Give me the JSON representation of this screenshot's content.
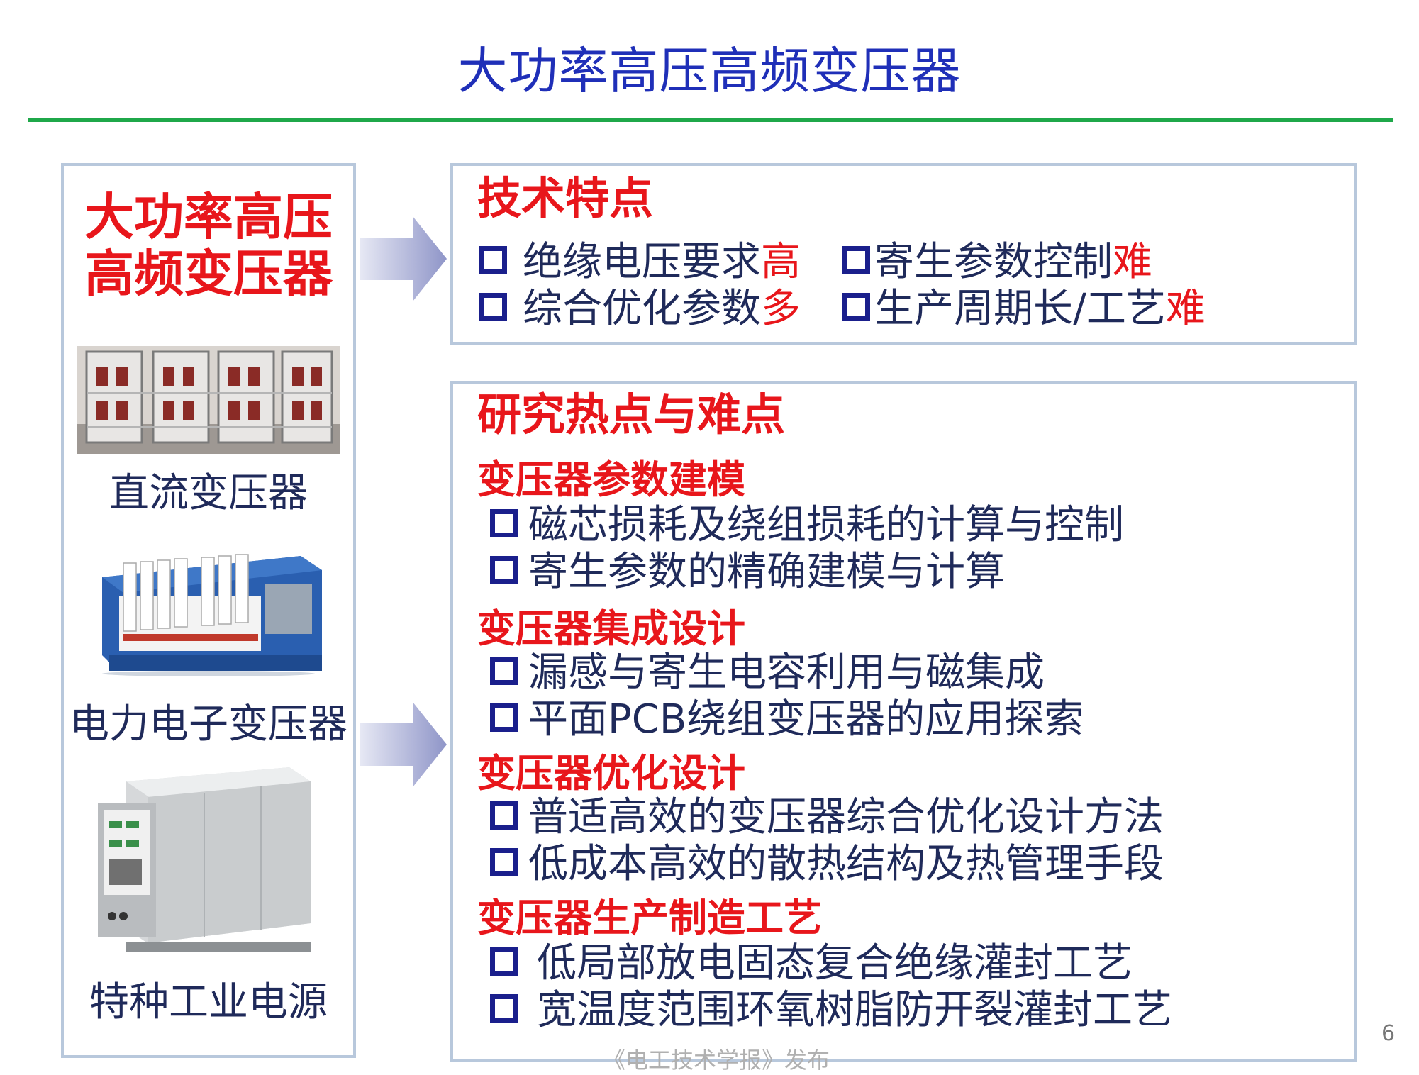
{
  "slide": {
    "title": "大功率高压高频变压器",
    "page_number": "6",
    "footer_watermark": "《电工技术学报》发布"
  },
  "left_panel": {
    "heading_line1": "大功率高压",
    "heading_line2": "高频变压器",
    "items": [
      {
        "caption": "直流变压器",
        "image": "dc-transformer-photo"
      },
      {
        "caption": "电力电子变压器",
        "image": "power-electronic-transformer-photo"
      },
      {
        "caption": "特种工业电源",
        "image": "industrial-power-supply-photo"
      }
    ]
  },
  "tech_features": {
    "title": "技术特点",
    "items": [
      {
        "text": "绝缘电压要求",
        "highlight": "高"
      },
      {
        "text": "寄生参数控制",
        "highlight": "难"
      },
      {
        "text": "综合优化参数",
        "highlight": "多"
      },
      {
        "text": "生产周期长/工艺",
        "highlight": "难"
      }
    ]
  },
  "research": {
    "title": "研究热点与难点",
    "sections": [
      {
        "title": "变压器参数建模",
        "bullets": [
          "磁芯损耗及绕组损耗的计算与控制",
          "寄生参数的精确建模与计算"
        ]
      },
      {
        "title": "变压器集成设计",
        "bullets": [
          "漏感与寄生电容利用与磁集成",
          "平面PCB绕组变压器的应用探索"
        ]
      },
      {
        "title": "变压器优化设计",
        "bullets": [
          "普适高效的变压器综合优化设计方法",
          "低成本高效的散热结构及热管理手段"
        ]
      },
      {
        "title": "变压器生产制造工艺",
        "bullets": [
          "低局部放电固态复合绝缘灌封工艺",
          "宽温度范围环氧树脂防开裂灌封工艺"
        ]
      }
    ]
  },
  "colors": {
    "title_blue": "#1f2fb8",
    "accent_red": "#e8161b",
    "rule_green": "#1fa84a",
    "panel_border": "#b8c8dc",
    "bullet_navy": "#1a1f8c"
  }
}
